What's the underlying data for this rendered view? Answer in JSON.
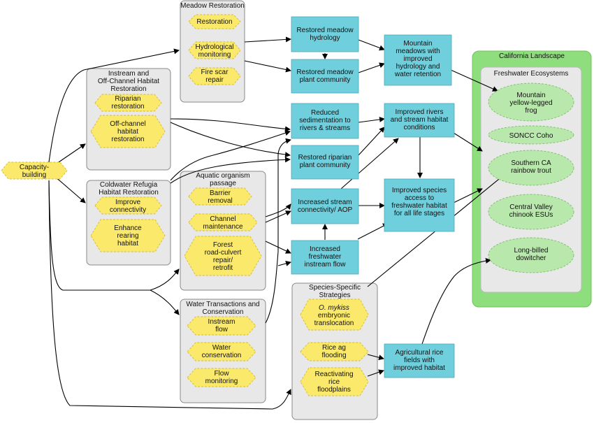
{
  "capacity": {
    "line1": "Capacity-",
    "line2": "building"
  },
  "groups": {
    "meadow": {
      "title": "Meadow Restoration",
      "items": [
        {
          "l1": "Restoration"
        },
        {
          "l1": "Hydrological",
          "l2": "monitoring"
        },
        {
          "l1": "Fire scar",
          "l2": "repair"
        }
      ]
    },
    "instream": {
      "t1": "Instream and",
      "t2": "Off-Channel Habitat",
      "t3": "Restoration",
      "items": [
        {
          "l1": "Riparian",
          "l2": "restoration"
        },
        {
          "l1": "Off-channel",
          "l2": "habitat",
          "l3": "restoration"
        }
      ]
    },
    "coldwater": {
      "t1": "Coldwater Refugia",
      "t2": "Habitat Restoration",
      "items": [
        {
          "l1": "Improve",
          "l2": "connectivity"
        },
        {
          "l1": "Enhance",
          "l2": "rearing",
          "l3": "habitat"
        }
      ]
    },
    "aquatic": {
      "t1": "Aquatic organism",
      "t2": "passage",
      "items": [
        {
          "l1": "Barrier",
          "l2": "removal"
        },
        {
          "l1": "Channel",
          "l2": "maintenance"
        },
        {
          "l1": "Forest",
          "l2": "road-culvert",
          "l3": "repair/",
          "l4": "retrofit"
        }
      ]
    },
    "water": {
      "t1": "Water Transactions and",
      "t2": "Conservation",
      "items": [
        {
          "l1": "Instream",
          "l2": "flow"
        },
        {
          "l1": "Water",
          "l2": "conservation"
        },
        {
          "l1": "Flow",
          "l2": "monitoring"
        }
      ]
    },
    "species": {
      "t1": "Species-Specific",
      "t2": "Strategies",
      "items": [
        {
          "l1": "O. mykiss",
          "l2": "embryonic",
          "l3": "translocation"
        },
        {
          "l1": "Rice ag",
          "l2": "flooding"
        },
        {
          "l1": "Reactivating",
          "l2": "rice",
          "l3": "floodplains"
        }
      ]
    }
  },
  "outcomes": {
    "o1": {
      "l1": "Restored meadow",
      "l2": "hydrology"
    },
    "o2": {
      "l1": "Restored meadow",
      "l2": "plant community"
    },
    "o3": {
      "l1": "Reduced",
      "l2": "sedimentation to",
      "l3": "rivers & streams"
    },
    "o4": {
      "l1": "Restored riparian",
      "l2": "plant community"
    },
    "o5": {
      "l1": "Increased stream",
      "l2": "connectivity/ AOP"
    },
    "o6": {
      "l1": "Increased",
      "l2": "freshwater",
      "l3": "instream flow"
    },
    "o7": {
      "l1": "Mountain",
      "l2": "meadows with",
      "l3": "improved",
      "l4": "hydrology and",
      "l5": "water retention"
    },
    "o8": {
      "l1": "Improved rivers",
      "l2": "and stream habitat",
      "l3": "conditions"
    },
    "o9": {
      "l1": "Improved species",
      "l2": "access to",
      "l3": "freshwater habitat",
      "l4": "for all life stages"
    },
    "o10": {
      "l1": "Agricultural rice",
      "l2": "fields with",
      "l3": "improved habitat"
    }
  },
  "landscape": {
    "title": "California Landscape",
    "inner_title": "Freshwater Ecosystems",
    "species": [
      {
        "l1": "Mountain",
        "l2": "yellow-legged",
        "l3": "frog"
      },
      {
        "l1": "SONCC Coho"
      },
      {
        "l1": "Southern CA",
        "l2": "rainbow trout"
      },
      {
        "l1": "Central Valley",
        "l2": "chinook ESUs"
      },
      {
        "l1": "Long-billed",
        "l2": "dowitcher"
      }
    ]
  },
  "colors": {
    "group_fill": "#e8e8e8",
    "strategy_fill": "#fbe96b",
    "outcome_fill": "#6fcfdc",
    "landscape_fill": "#8fde7d",
    "species_fill": "#b9e8ad"
  }
}
